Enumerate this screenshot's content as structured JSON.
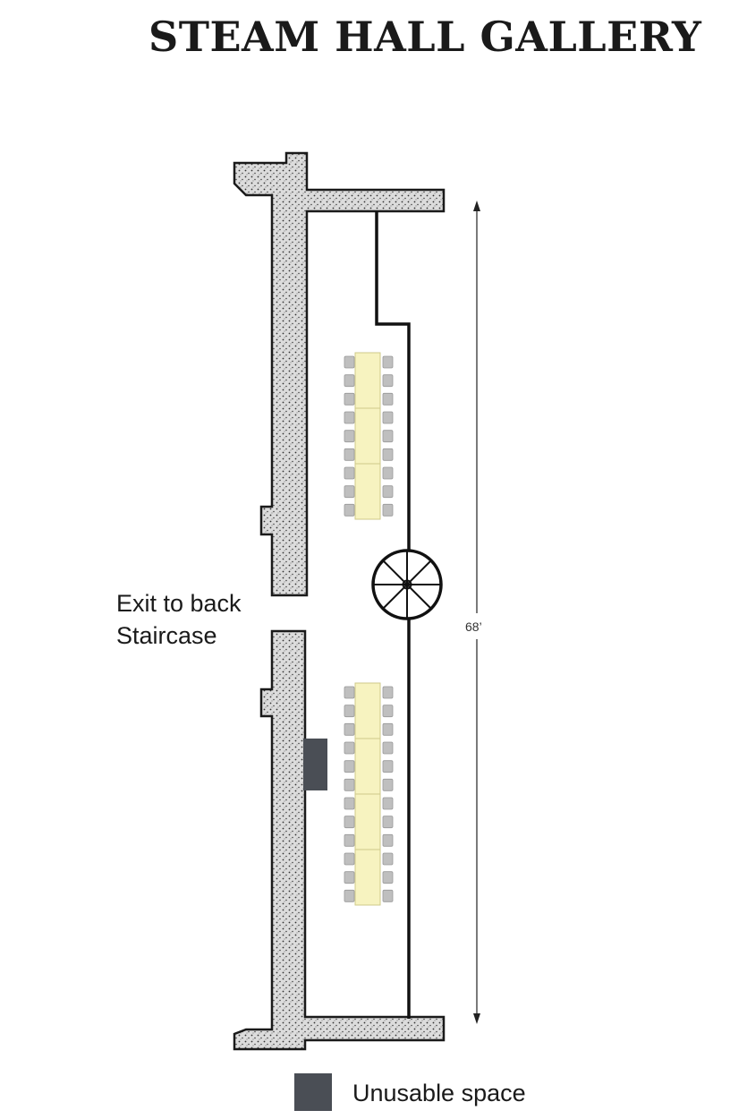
{
  "title": "STEAM HALL GALLERY",
  "exit_label": {
    "line1": "Exit to back",
    "line2": "Staircase"
  },
  "dimension": "68’",
  "legend": {
    "label": "Unusable space",
    "color": "#4a4e55"
  },
  "colors": {
    "wall_fill": "#d9d9d9",
    "table_fill": "#f7f3c0",
    "chair_fill": "#bfbfbf"
  },
  "table_groups": [
    {
      "name": "upper",
      "tables": 3,
      "chairs_per_side": 9
    },
    {
      "name": "lower",
      "tables": 4,
      "chairs_per_side": 12
    }
  ]
}
